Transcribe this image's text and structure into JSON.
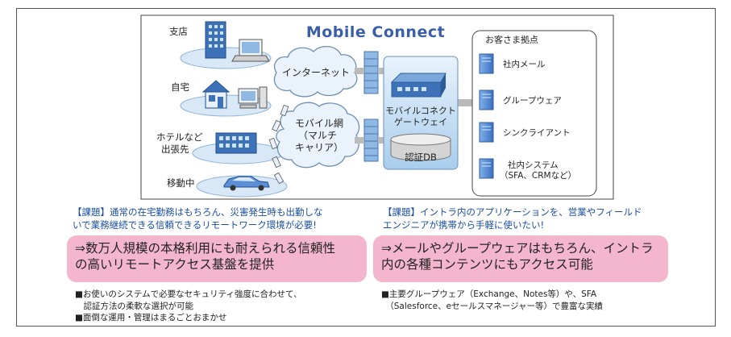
{
  "diagram": {
    "logo_text": "Mobile Connect",
    "locations": {
      "branch": "支店",
      "home": "自宅",
      "hotel": [
        "ホテルなど",
        "出張先"
      ],
      "moving": "移動中"
    },
    "internet": "インターネット",
    "mobile_network": [
      "モバイル網",
      "（マルチ",
      "キャリア）"
    ],
    "gateway": [
      "モバイルコネクト",
      "ゲートウェイ"
    ],
    "auth_db": "認証DB",
    "customer_site": {
      "title": "お客さま拠点",
      "servers": [
        "社内メール",
        "グループウェア",
        "シンクライアント",
        "社内システム"
      ],
      "server_note": "（SFA、CRMなど）"
    },
    "colors": {
      "server_blue": "#5d8fd8",
      "cloud_fill": "#eaf3fb",
      "ellipse_fill": "#d8e8f6",
      "pink": "#f4b6cd",
      "issue_blue": "#1a4fa0"
    }
  },
  "left": {
    "issue": [
      "【課題】通常の在宅勤務はもちろん、災害発生時も出勤しな",
      "いで業務継続できる信頼できるリモートワーク環境が必要!"
    ],
    "solution": [
      "⇒数万人規模の本格利用にも耐えられる信頼性",
      "の高いリモートアクセス基盤を提供"
    ],
    "bullets": [
      "■お使いのシステムで必要なセキュリティ強度に合わせて、",
      "　認証方法の柔軟な選択が可能",
      "■面倒な運用・管理はまるごとおまかせ"
    ]
  },
  "right": {
    "issue": [
      "【課題】イントラ内のアプリケーションを、営業やフィールド",
      "エンジニアが携帯から手軽に使いたい!"
    ],
    "solution": [
      "⇒メールやグループウェアはもちろん、イントラ",
      "内の各種コンテンツにもアクセス可能"
    ],
    "bullets": [
      "■主要グループウェア（Exchange、Notes等）や、SFA",
      "　（Salesforce、eセールスマネージャー等）で豊富な実績"
    ]
  }
}
